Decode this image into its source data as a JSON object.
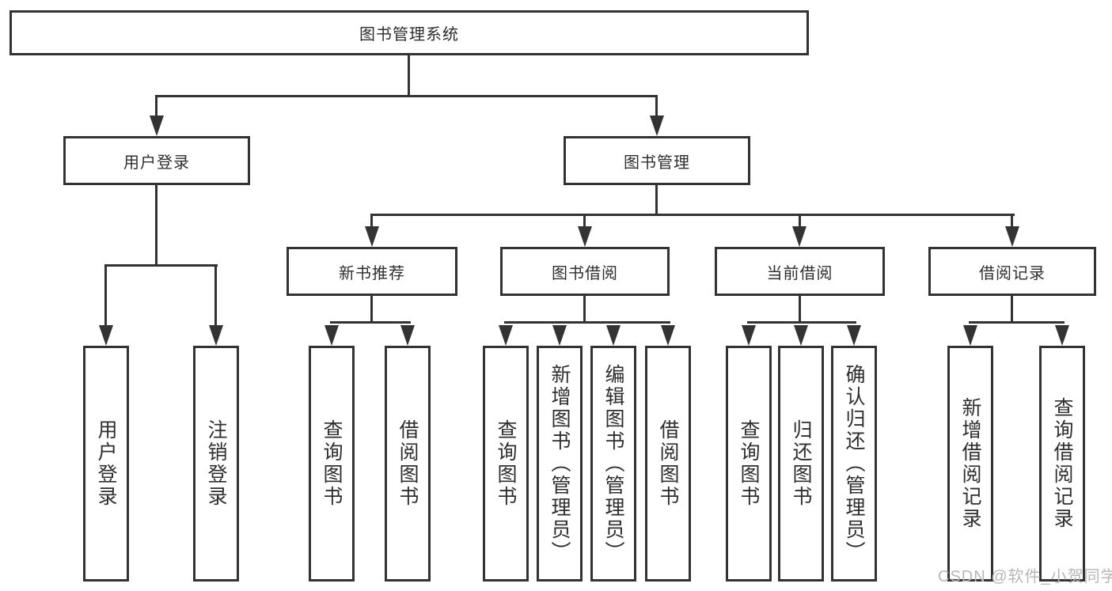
{
  "tree": {
    "label": "图书管理系统",
    "children": [
      {
        "label": "用户登录",
        "children": [
          {
            "label": "用户登录"
          },
          {
            "label": "注销登录"
          }
        ]
      },
      {
        "label": "图书管理",
        "children": [
          {
            "label": "新书推荐",
            "children": [
              {
                "label": "查询图书"
              },
              {
                "label": "借阅图书"
              }
            ]
          },
          {
            "label": "图书借阅",
            "children": [
              {
                "label": "查询图书"
              },
              {
                "label": "新增图书（管理员）"
              },
              {
                "label": "编辑图书（管理员）"
              },
              {
                "label": "借阅图书"
              }
            ]
          },
          {
            "label": "当前借阅",
            "children": [
              {
                "label": "查询图书"
              },
              {
                "label": "归还图书"
              },
              {
                "label": "确认归还（管理员）"
              }
            ]
          },
          {
            "label": "借阅记录",
            "children": [
              {
                "label": "新增借阅记录"
              },
              {
                "label": "查询借阅记录"
              }
            ]
          }
        ]
      }
    ]
  },
  "colors": {
    "line": "#333333",
    "text": "#2e2e2e",
    "watermark": "#b7b7b7"
  },
  "watermark": "CSDN @软件_小贺同学"
}
